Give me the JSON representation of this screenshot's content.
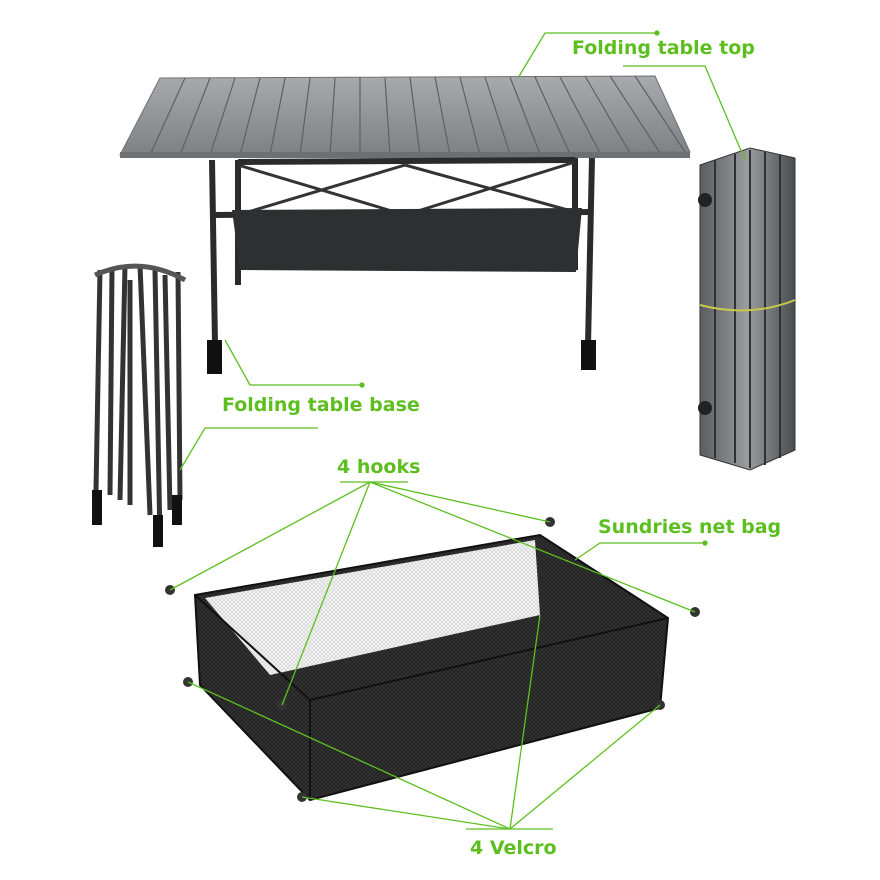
{
  "labels": {
    "table_top": "Folding table top",
    "table_base": "Folding table base",
    "hooks": "4 hooks",
    "net_bag": "Sundries net bag",
    "velcro": "4 Velcro"
  },
  "colors": {
    "accent": "#5cbf1f",
    "metal": "#8a8d90",
    "frame": "#2b2b2b",
    "net": "#1e1e1e"
  }
}
